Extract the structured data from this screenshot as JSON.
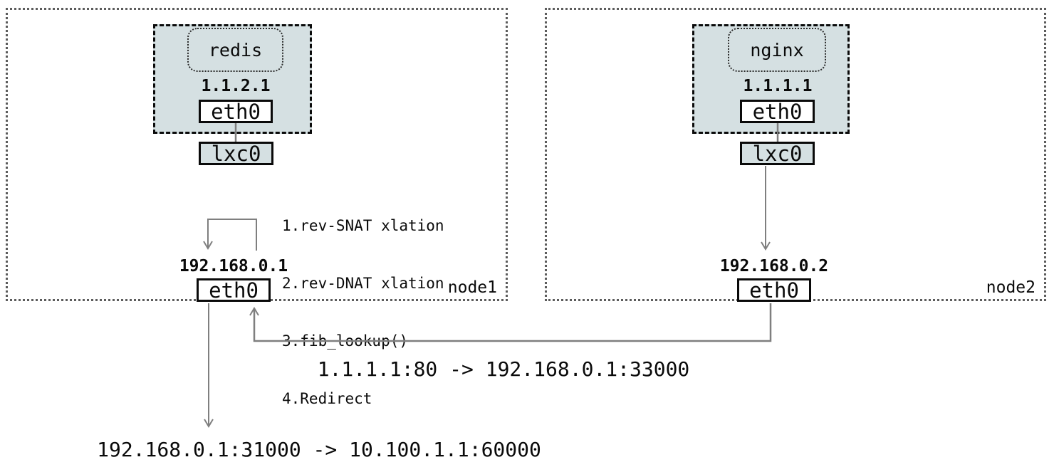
{
  "diagram": {
    "nodes": [
      {
        "label": "node1",
        "container": {
          "app": "redis",
          "ip": "1.1.2.1",
          "iface": "eth0"
        },
        "veth": "lxc0",
        "host": {
          "ip": "192.168.0.1",
          "iface": "eth0"
        },
        "steps": [
          "1.rev-SNAT xlation",
          "2.rev-DNAT xlation",
          "3.fib_lookup()",
          "4.Redirect"
        ]
      },
      {
        "label": "node2",
        "container": {
          "app": "nginx",
          "ip": "1.1.1.1",
          "iface": "eth0"
        },
        "veth": "lxc0",
        "host": {
          "ip": "192.168.0.2",
          "iface": "eth0"
        }
      }
    ],
    "flows": {
      "reply": "1.1.1.1:80 -> 192.168.0.1:33000",
      "request": "192.168.0.1:31000 -> 10.100.1.1:60000"
    },
    "colors": {
      "container_fill": "#d5e0e2",
      "arrow": "#7f7f7f"
    }
  }
}
